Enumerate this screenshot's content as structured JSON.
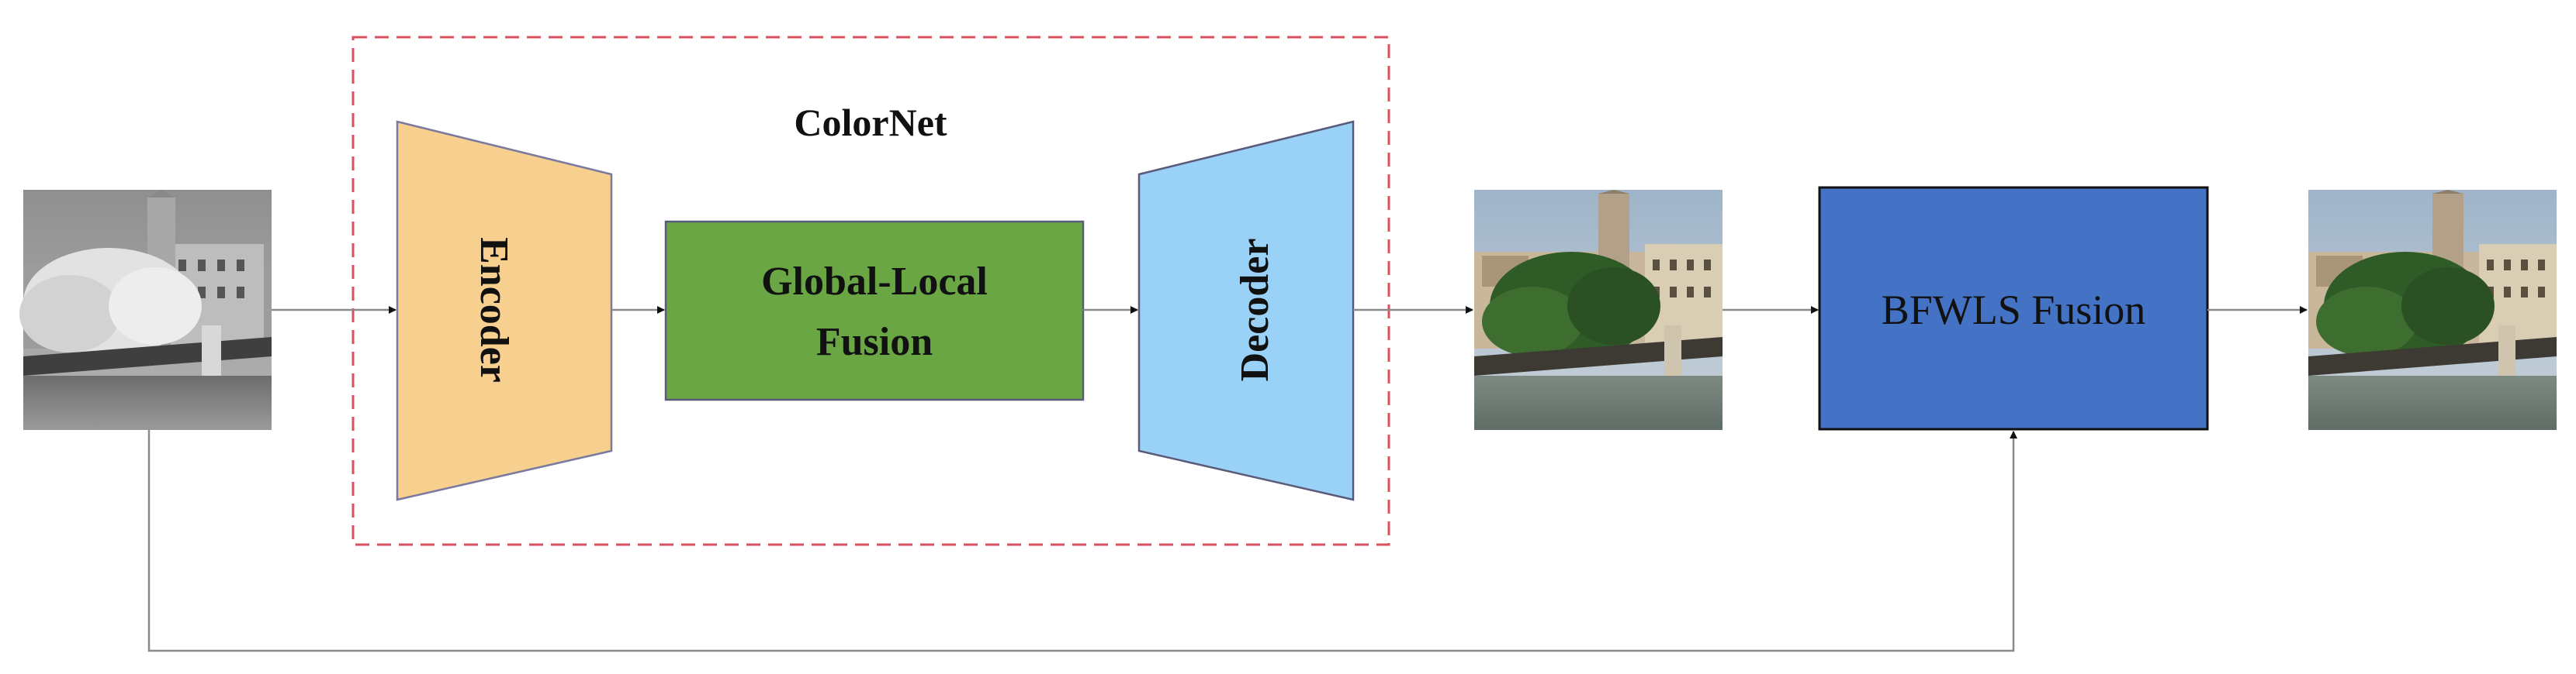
{
  "diagram": {
    "group_title": "ColorNet",
    "encoder_label": "Encoder",
    "fusion_label_line1": "Global-Local",
    "fusion_label_line2": "Fusion",
    "decoder_label": "Decoder",
    "bfwls_label": "BFWLS Fusion"
  },
  "colors": {
    "encoder_fill": "#f7d08f",
    "fusion_fill": "#6aa744",
    "decoder_fill": "#9ad1f6",
    "bfwls_fill": "#4472c4",
    "group_border": "#d9505e",
    "connector": "#8a8a8a"
  }
}
